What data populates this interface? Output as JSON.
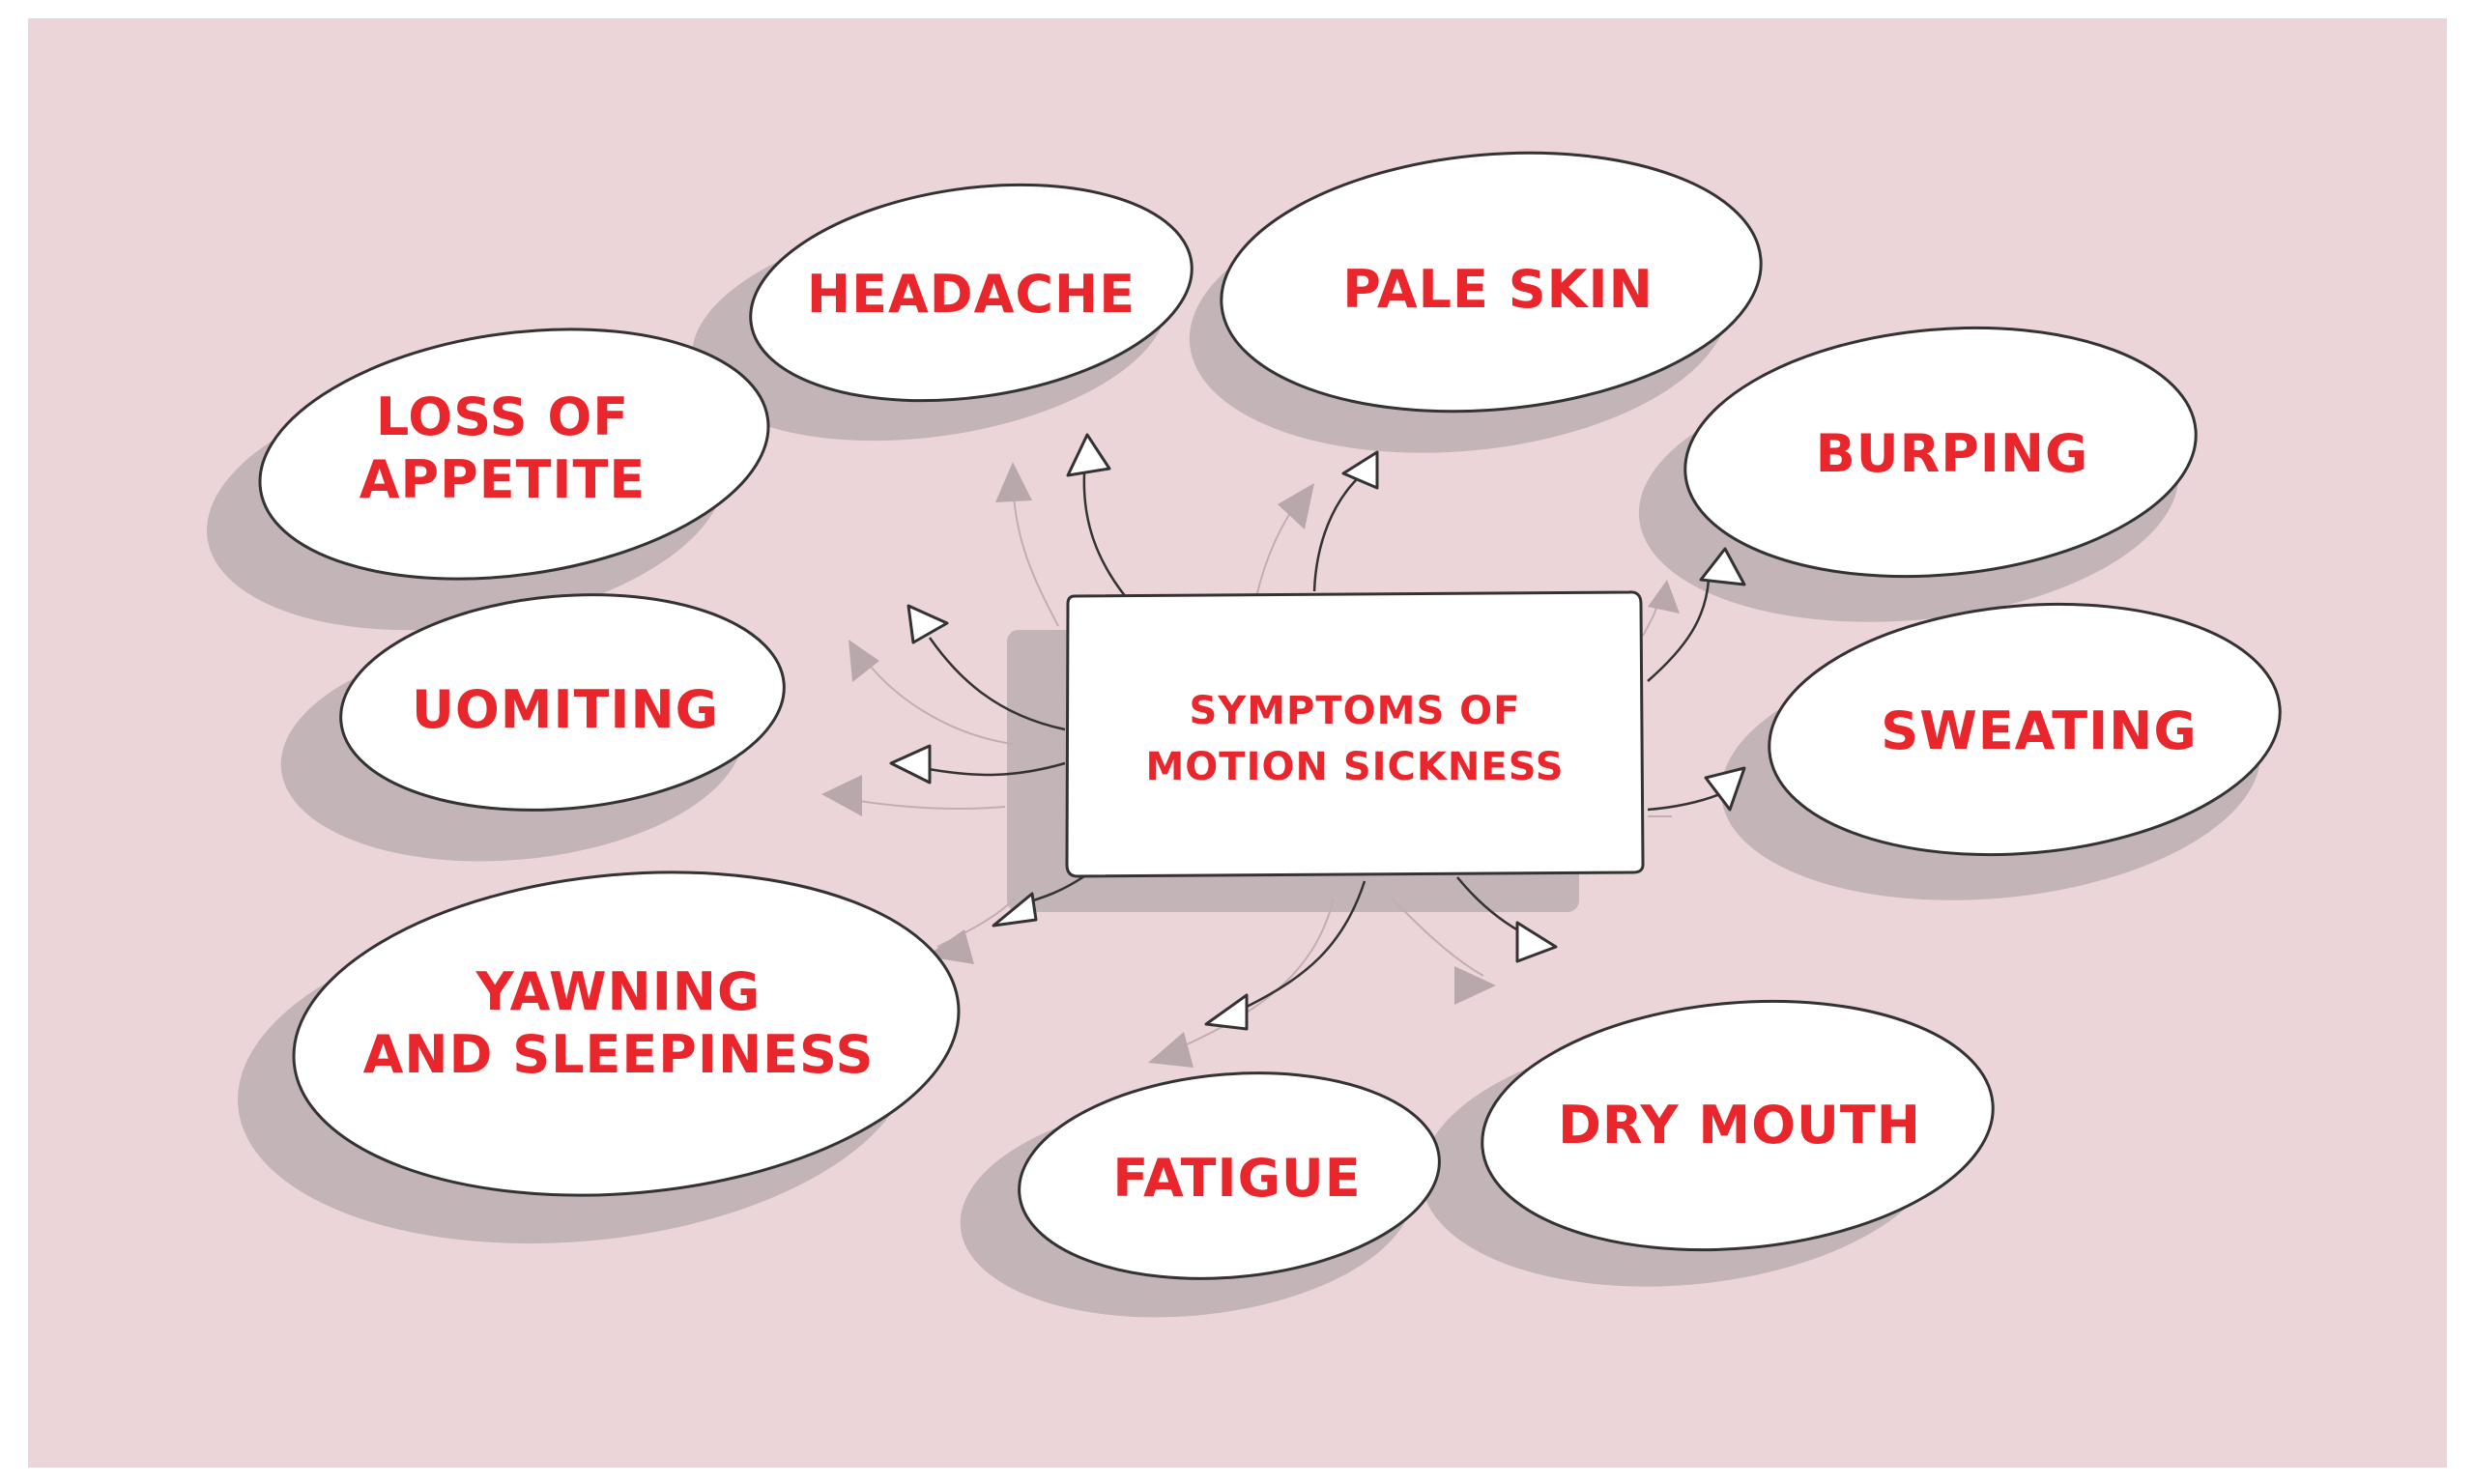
{
  "colors": {
    "background": "#ecd5d9",
    "shadow": "#c2b4b7",
    "bubble_fill": "#ffffff",
    "outline": "#333333",
    "text": "#e8262c"
  },
  "center": {
    "label": "SYMPTOMS OF\nMOTION SICKNESS"
  },
  "symptoms": [
    {
      "label": "HEADACHE"
    },
    {
      "label": "PALE SKIN"
    },
    {
      "label": "BURPING"
    },
    {
      "label": "SWEATING"
    },
    {
      "label": "LOSS OF\nAPPETITE"
    },
    {
      "label": "UOMITING"
    },
    {
      "label": "YAWNING\nAND SLEEPINESS"
    },
    {
      "label": "FATIGUE"
    },
    {
      "label": "DRY MOUTH"
    }
  ]
}
